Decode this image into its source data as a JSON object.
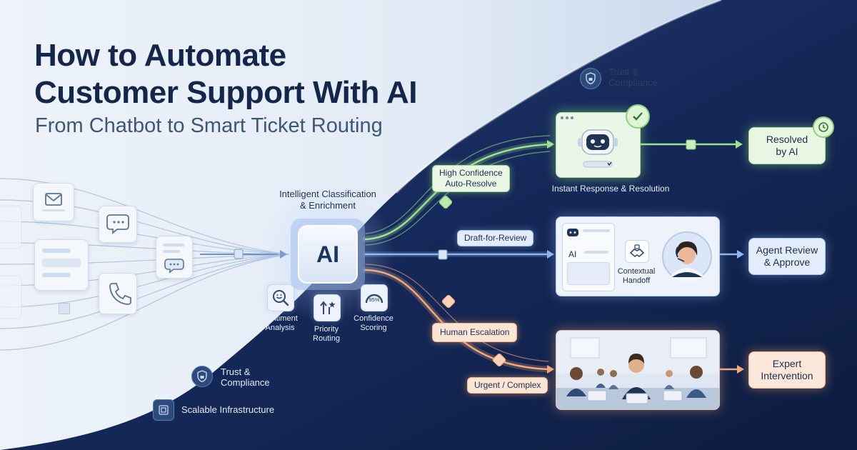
{
  "header": {
    "title_line1": "How to Automate",
    "title_line2": "Customer Support With AI",
    "subtitle": "From Chatbot to Smart Ticket Routing"
  },
  "hub": {
    "heading_line1": "Intelligent Classification",
    "heading_line2": "& Enrichment",
    "ai_label": "AI",
    "features": [
      {
        "line1": "Sentiment",
        "line2": "Analysis",
        "icon": "sentiment-search-icon"
      },
      {
        "line1": "Priority",
        "line2": "Routing",
        "icon": "priority-routing-icon"
      },
      {
        "line1": "Confidence",
        "line2": "Scoring",
        "icon": "confidence-gauge-icon",
        "gauge_text": "95%"
      }
    ]
  },
  "paths": {
    "high_confidence": {
      "line1": "High Confidence",
      "line2": "Auto-Resolve"
    },
    "draft_review": "Draft-for-Review",
    "human_escalation": "Human Escalation",
    "urgent": "Urgent / Complex"
  },
  "stages": {
    "chatbot_caption": "Instant Response & Resolution",
    "handoff_line1": "Contextual",
    "handoff_line2": "Handoff",
    "draft_ai_label": "AI"
  },
  "outcomes": {
    "resolved": {
      "line1": "Resolved",
      "line2": "by AI"
    },
    "agent_review": {
      "line1": "Agent Review",
      "line2": "& Approve"
    },
    "expert": {
      "line1": "Expert",
      "line2": "Intervention"
    }
  },
  "badges": {
    "trust_top": {
      "line1": "Trust &",
      "line2": "Compliance"
    },
    "trust_bottom": {
      "line1": "Trust &",
      "line2": "Compliance"
    },
    "scalable": "Scalable Infrastructure"
  },
  "colors": {
    "navy": "#0f2145",
    "green": "#9ee08c",
    "blue": "#8fb6f2",
    "orange": "#f2a97a",
    "title": "#14264a"
  }
}
